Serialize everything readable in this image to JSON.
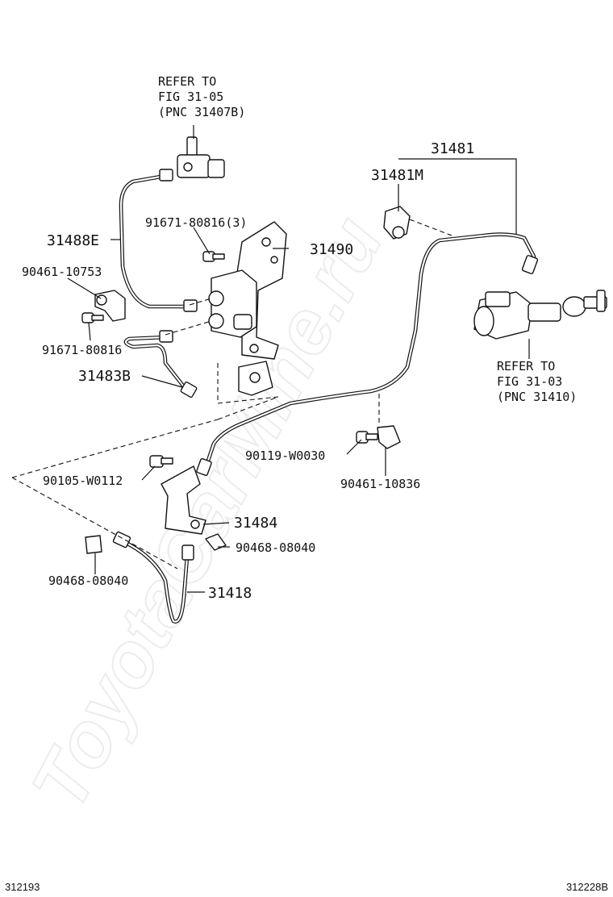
{
  "watermark": "ToyotaCarMine.ru",
  "refs": {
    "top_left": {
      "line1": "REFER TO",
      "line2": "FIG 31-05",
      "line3": "(PNC 31407B)"
    },
    "right": {
      "line1": "REFER TO",
      "line2": "FIG 31-03",
      "line3": "(PNC 31410)"
    }
  },
  "parts": {
    "p31481": "31481",
    "p31481M": "31481M",
    "p31488E": "31488E",
    "p91671_3": "91671-80816(3)",
    "p31490": "31490",
    "p90461_10753": "90461-10753",
    "p91671": "91671-80816",
    "p31483B": "31483B",
    "p90119": "90119-W0030",
    "p90105": "90105-W0112",
    "p90461_10836": "90461-10836",
    "p31484": "31484",
    "p90468_right": "90468-08040",
    "p90468_left": "90468-08040",
    "p31418": "31418"
  },
  "footer": {
    "left": "312193",
    "right": "312228B"
  }
}
